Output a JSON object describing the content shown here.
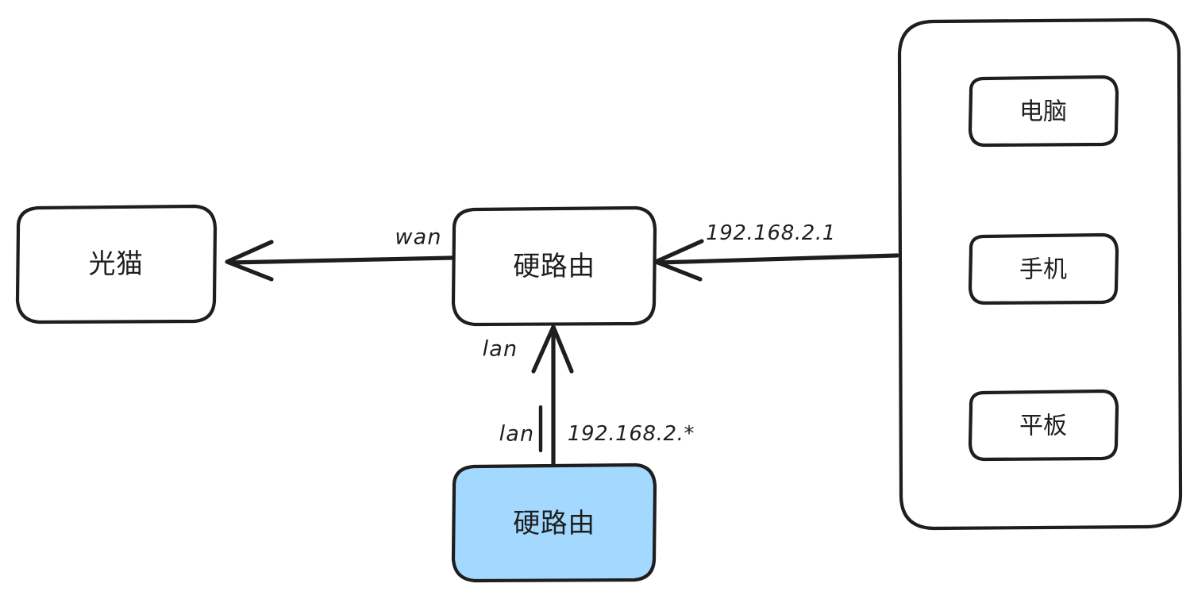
{
  "diagram": {
    "title": "Home network topology (hand-drawn)",
    "background_color": "#ffffff",
    "stroke_color": "#1e1e1e",
    "accent_fill": "#a3d8ff",
    "nodes": [
      {
        "id": "optical-modem",
        "label": "光猫",
        "fill": "#ffffff"
      },
      {
        "id": "main-router",
        "label": "硬路由",
        "fill": "#ffffff"
      },
      {
        "id": "secondary-router",
        "label": "硬路由",
        "fill": "#a3d8ff"
      }
    ],
    "group": {
      "id": "client-devices",
      "label": "",
      "devices": [
        {
          "id": "pc",
          "label": "电脑"
        },
        {
          "id": "phone",
          "label": "手机"
        },
        {
          "id": "tablet",
          "label": "平板"
        }
      ]
    },
    "edges": [
      {
        "id": "router-to-modem",
        "from": "main-router",
        "to": "optical-modem",
        "label": "wan"
      },
      {
        "id": "devices-to-router",
        "from": "client-devices",
        "to": "main-router",
        "label": "192.168.2.1"
      },
      {
        "id": "secondary-to-router",
        "from": "secondary-router",
        "to": "main-router",
        "label_near_router": "lan",
        "label_port": "lan",
        "label_subnet": "192.168.2.*"
      }
    ]
  }
}
